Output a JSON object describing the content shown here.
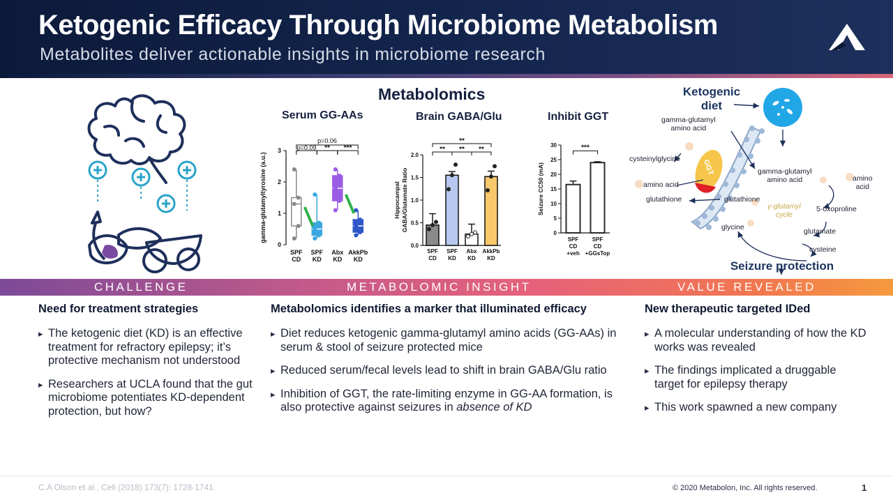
{
  "header": {
    "title": "Ketogenic Efficacy Through Microbiome Metabolism",
    "subtitle": "Metabolites deliver actionable insights in microbiome research"
  },
  "figure": {
    "section_title": "Metabolomics",
    "illustration_icon": "brain-food-icon",
    "logo_icon": "metabolon-logo-icon",
    "panels": [
      {
        "title": "Serum GG-AAs"
      },
      {
        "title": "Brain GABA/Glu"
      },
      {
        "title": "Inhibit GGT"
      }
    ],
    "pathway": {
      "ketogenic_diet": "Ketogenic\ndiet",
      "gamma_glutamyl_1": "gamma-glutamyl\namino acid",
      "cysteinylglycine": "cysteinylglycine",
      "amino_acid_1": "amino acid",
      "glutathione_1": "glutathione",
      "ggt": "GGT",
      "gamma_glutamyl_2": "gamma-glutamyl\namino acid",
      "amino_acid_2": "amino\nacid",
      "glutathione_2": "glutathione",
      "cycle": "γ-glutamyl\ncycle",
      "oxoproline": "5-oxoproline",
      "glycine": "glycine",
      "glutamate": "glutamate",
      "cysteine": "cysteine",
      "seizure_protection": "Seizure protection"
    }
  },
  "chart_data": [
    {
      "type": "box",
      "title": "Serum GG-AAs",
      "ylabel": "gamma-glutamyltyrosine (a.u.)",
      "ylim": [
        0,
        3
      ],
      "yticks": [
        "0",
        "1",
        "2",
        "3"
      ],
      "categories": [
        "SPF\nCD",
        "SPF\nKD",
        "Abx\nKD",
        "AkkPb\nKD"
      ],
      "box": [
        {
          "min": 0.2,
          "q1": 0.6,
          "median": 1.3,
          "q3": 1.5,
          "max": 2.4
        },
        {
          "min": 0.2,
          "q1": 0.3,
          "median": 0.5,
          "q3": 0.7,
          "max": 1.6
        },
        {
          "min": 1.1,
          "q1": 1.4,
          "median": 1.8,
          "q3": 2.2,
          "max": 2.4
        },
        {
          "min": 0.3,
          "q1": 0.4,
          "median": 0.6,
          "q3": 0.8,
          "max": 1.1
        }
      ],
      "colors": [
        "#8a8a8a",
        "#3aa7e0",
        "#9b5de5",
        "#2f56c9"
      ],
      "annotations": [
        "p=0.06",
        "p=0.09",
        "**",
        "***"
      ]
    },
    {
      "type": "bar",
      "title": "Brain GABA/Glu",
      "ylabel": "Hippocampal GABA/Glutamate Ratio",
      "ylim": [
        0,
        2
      ],
      "yticks": [
        "0.0",
        "0.5",
        "1.0",
        "1.5",
        "2.0"
      ],
      "categories": [
        "SPF\nCD",
        "SPF\nKD",
        "Abx\nKD",
        "AkkPb\nKD"
      ],
      "values": [
        0.45,
        1.55,
        0.25,
        1.52
      ],
      "errors": [
        0.25,
        0.08,
        0.22,
        0.12
      ],
      "colors": [
        "#8a8a8a",
        "#b7c7ef",
        "#ffffff",
        "#f8c96a"
      ],
      "annotations": [
        "**",
        "**",
        "**",
        "**"
      ]
    },
    {
      "type": "bar",
      "title": "Inhibit GGT",
      "ylabel": "Seizure CC50 (mA)",
      "ylim": [
        0,
        30
      ],
      "yticks": [
        "0",
        "5",
        "10",
        "15",
        "20",
        "25",
        "30"
      ],
      "categories": [
        "SPF\nCD\n+veh",
        "SPF\nCD\n+GGsTop"
      ],
      "values": [
        16.5,
        24
      ],
      "errors": [
        1.2,
        0.3
      ],
      "colors": [
        "#2b2b2b",
        "#2b2b2b"
      ],
      "annotations": [
        "***"
      ]
    }
  ],
  "band": {
    "challenge": "CHALLENGE",
    "insight": "METABOLOMIC INSIGHT",
    "value": "VALUE REVEALED",
    "colors": [
      "#7c4a98",
      "#e6627a",
      "#f59a3e"
    ]
  },
  "columns": [
    {
      "heading": "Need for treatment strategies",
      "bullets": [
        "The ketogenic diet (KD) is an effective treatment for refractory epilepsy; it’s protective mechanism not understood",
        "Researchers at UCLA found that the gut microbiome potentiates KD-dependent protection, but how?"
      ]
    },
    {
      "heading": "Metabolomics identifies a marker that illuminated efficacy",
      "bullets": [
        "Diet reduces ketogenic gamma-glutamyl amino acids (GG-AAs)  in serum & stool of seizure protected mice",
        "Reduced serum/fecal levels lead to shift in brain GABA/Glu ratio",
        "Inhibition of GGT, the rate-limiting enzyme in GG-AA formation, is also protective against seizures in",
        "absence of KD"
      ]
    },
    {
      "heading": "New therapeutic targeted IDed",
      "bullets": [
        "A molecular understanding of how the KD works was revealed",
        "The findings implicated a druggable target for epilepsy therapy",
        "This work spawned a new company"
      ]
    }
  ],
  "footer": {
    "citation": "C.A Olson et al., Cell (2018) 173(7): 1728-1741.",
    "copyright": "© 2020 Metabolon, Inc. All rights reserved.",
    "page": "1"
  }
}
